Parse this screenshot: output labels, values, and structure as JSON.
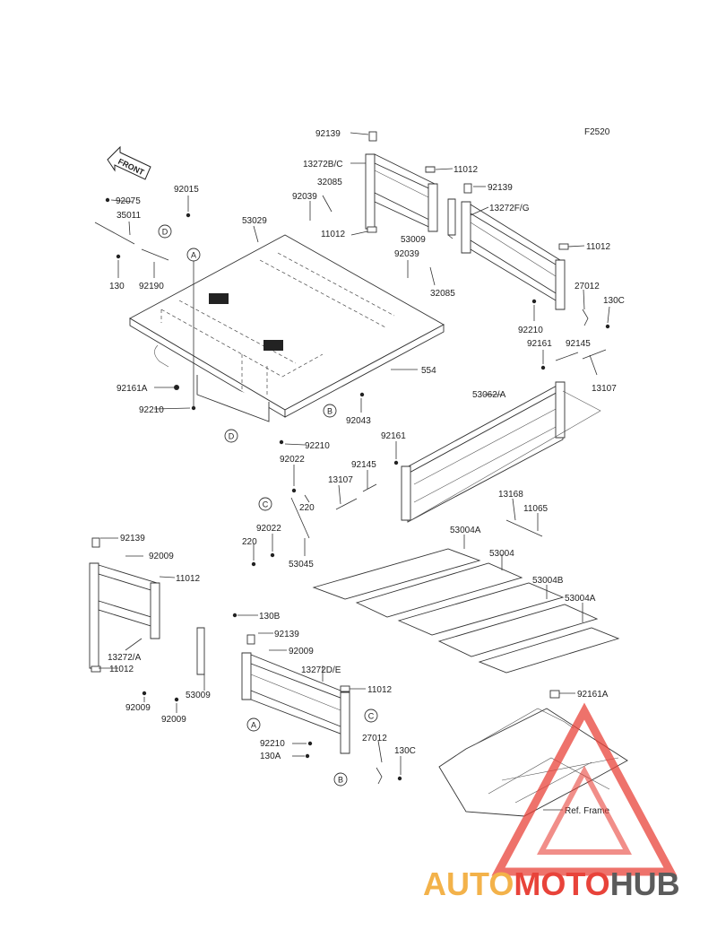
{
  "figure_code": "F2520",
  "front_label": "FRONT",
  "ref_label": "Ref. Frame",
  "watermark": {
    "text_a": "AUTO",
    "text_b": "MOTO",
    "text_c": "HUB",
    "color_a": "#f3b24a",
    "color_b": "#e8433a",
    "color_c": "#5b5b5b"
  },
  "parts": [
    {
      "id": "p_92139_a",
      "text": "92139"
    },
    {
      "id": "p_13272bc",
      "text": "13272B/C"
    },
    {
      "id": "p_11012_a",
      "text": "11012"
    },
    {
      "id": "p_32085_a",
      "text": "32085"
    },
    {
      "id": "p_92039_a",
      "text": "92039"
    },
    {
      "id": "p_11012_b",
      "text": "11012"
    },
    {
      "id": "p_92139_b",
      "text": "92139"
    },
    {
      "id": "p_13272fg",
      "text": "13272F/G"
    },
    {
      "id": "p_53009_a",
      "text": "53009"
    },
    {
      "id": "p_11012_c",
      "text": "11012"
    },
    {
      "id": "p_92039_b",
      "text": "92039"
    },
    {
      "id": "p_32085_b",
      "text": "32085"
    },
    {
      "id": "p_27012_a",
      "text": "27012"
    },
    {
      "id": "p_130c_a",
      "text": "130C"
    },
    {
      "id": "p_92210_a",
      "text": "92210"
    },
    {
      "id": "p_92075",
      "text": "92075"
    },
    {
      "id": "p_92015",
      "text": "92015"
    },
    {
      "id": "p_35011",
      "text": "35011"
    },
    {
      "id": "p_53029",
      "text": "53029"
    },
    {
      "id": "p_130",
      "text": "130"
    },
    {
      "id": "p_92190",
      "text": "92190"
    },
    {
      "id": "p_92161",
      "text": "92161"
    },
    {
      "id": "p_92145_a",
      "text": "92145"
    },
    {
      "id": "p_13107_a",
      "text": "13107"
    },
    {
      "id": "p_554",
      "text": "554"
    },
    {
      "id": "p_92161a_a",
      "text": "92161A"
    },
    {
      "id": "p_53062a",
      "text": "53062/A"
    },
    {
      "id": "p_92210_b",
      "text": "92210"
    },
    {
      "id": "p_92043",
      "text": "92043"
    },
    {
      "id": "p_92210_c",
      "text": "92210"
    },
    {
      "id": "p_92161_b",
      "text": "92161"
    },
    {
      "id": "p_92022_a",
      "text": "92022"
    },
    {
      "id": "p_92145_b",
      "text": "92145"
    },
    {
      "id": "p_13107_b",
      "text": "13107"
    },
    {
      "id": "p_220_a",
      "text": "220"
    },
    {
      "id": "p_13168",
      "text": "13168"
    },
    {
      "id": "p_11065",
      "text": "11065"
    },
    {
      "id": "p_92022_b",
      "text": "92022"
    },
    {
      "id": "p_220_b",
      "text": "220"
    },
    {
      "id": "p_53045",
      "text": "53045"
    },
    {
      "id": "p_53004a_a",
      "text": "53004A"
    },
    {
      "id": "p_53004",
      "text": "53004"
    },
    {
      "id": "p_53004b",
      "text": "53004B"
    },
    {
      "id": "p_53004a_b",
      "text": "53004A"
    },
    {
      "id": "p_92139_c",
      "text": "92139"
    },
    {
      "id": "p_92009_a",
      "text": "92009"
    },
    {
      "id": "p_11012_d",
      "text": "11012"
    },
    {
      "id": "p_130b",
      "text": "130B"
    },
    {
      "id": "p_92139_d",
      "text": "92139"
    },
    {
      "id": "p_92009_b",
      "text": "92009"
    },
    {
      "id": "p_13272a",
      "text": "13272/A"
    },
    {
      "id": "p_11012_e",
      "text": "11012"
    },
    {
      "id": "p_13272de",
      "text": "13272D/E"
    },
    {
      "id": "p_11012_f",
      "text": "11012"
    },
    {
      "id": "p_53009_b",
      "text": "53009"
    },
    {
      "id": "p_92009_c",
      "text": "92009"
    },
    {
      "id": "p_92009_d",
      "text": "92009"
    },
    {
      "id": "p_92161a_b",
      "text": "92161A"
    },
    {
      "id": "p_27012_b",
      "text": "27012"
    },
    {
      "id": "p_92210_d",
      "text": "92210"
    },
    {
      "id": "p_130a",
      "text": "130A"
    },
    {
      "id": "p_130c_b",
      "text": "130C"
    }
  ],
  "callouts": [
    {
      "id": "c_a1",
      "text": "A"
    },
    {
      "id": "c_d1",
      "text": "D"
    },
    {
      "id": "c_b1",
      "text": "B"
    },
    {
      "id": "c_d2",
      "text": "D"
    },
    {
      "id": "c_c1",
      "text": "C"
    },
    {
      "id": "c_a2",
      "text": "A"
    },
    {
      "id": "c_c2",
      "text": "C"
    },
    {
      "id": "c_b2",
      "text": "B"
    }
  ]
}
